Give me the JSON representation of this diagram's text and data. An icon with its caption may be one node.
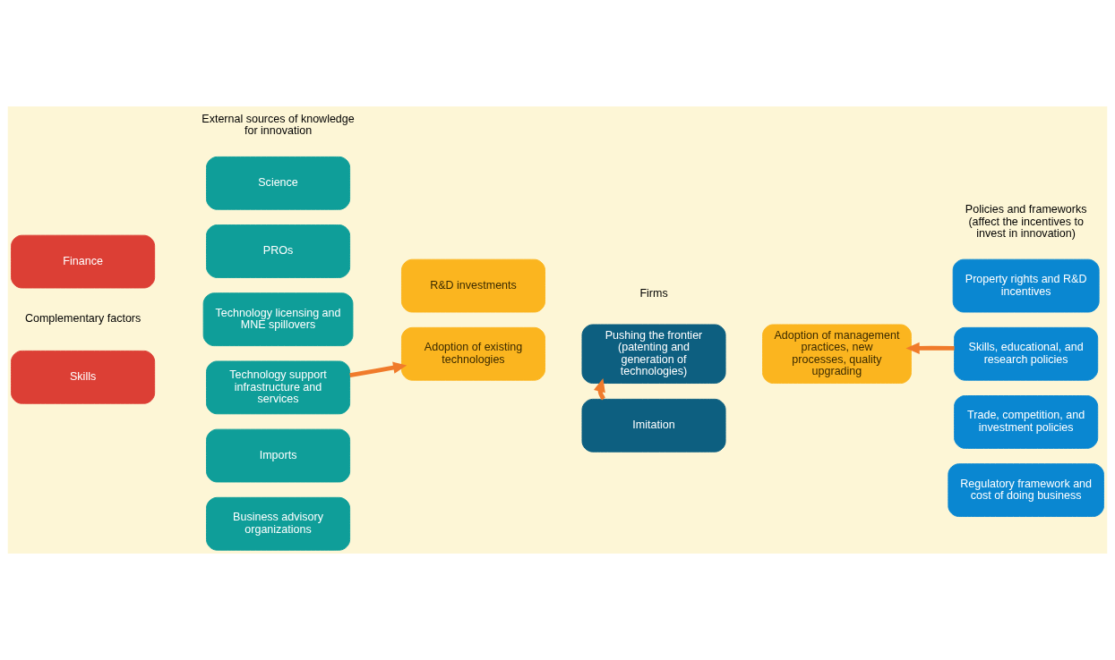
{
  "diagram": {
    "nodes": [
      {
        "text": [
          "Finance"
        ]
      },
      {
        "text": [
          "Skills"
        ]
      },
      {
        "text": [
          "Science"
        ]
      },
      {
        "text": [
          "PROs"
        ]
      },
      {
        "text": [
          "Technology licensing and MNE spillovers"
        ]
      },
      {
        "text": [
          "Technology support infrastructure and services"
        ]
      },
      {
        "text": [
          "Imports"
        ]
      },
      {
        "text": [
          "Business advisory organizations"
        ]
      },
      {
        "text": [
          "Pushing the frontier (patenting and generation of technologies)"
        ]
      },
      {
        "text": [
          "R&D investments"
        ]
      },
      {
        "text": [
          "Adoption of existing technologies"
        ]
      },
      {
        "text": [
          "Adoption of management practices, new processes, quality upgrading"
        ]
      },
      {
        "text": [
          "Imitation"
        ]
      },
      {
        "text": [
          "Property rights and R&D incentives"
        ]
      },
      {
        "text": [
          "Skills, educational, and research policies"
        ]
      },
      {
        "text": [
          "Trade, competition, and investment policies"
        ]
      },
      {
        "text": [
          "Regulatory framework and cost of doing business"
        ]
      }
    ],
    "edges": [
      {
        "from": 5,
        "to": 10,
        "arrow": "to"
      },
      {
        "from": 14,
        "to": 11,
        "arrow": "to"
      },
      {
        "from": 12,
        "to": 8,
        "arrow": "to"
      }
    ],
    "labels": [
      "External sources of knowledge for innovation",
      "Firms",
      "Policies and frameworks (affect the incentives to invest in innovation)",
      "Complementary factors"
    ]
  }
}
